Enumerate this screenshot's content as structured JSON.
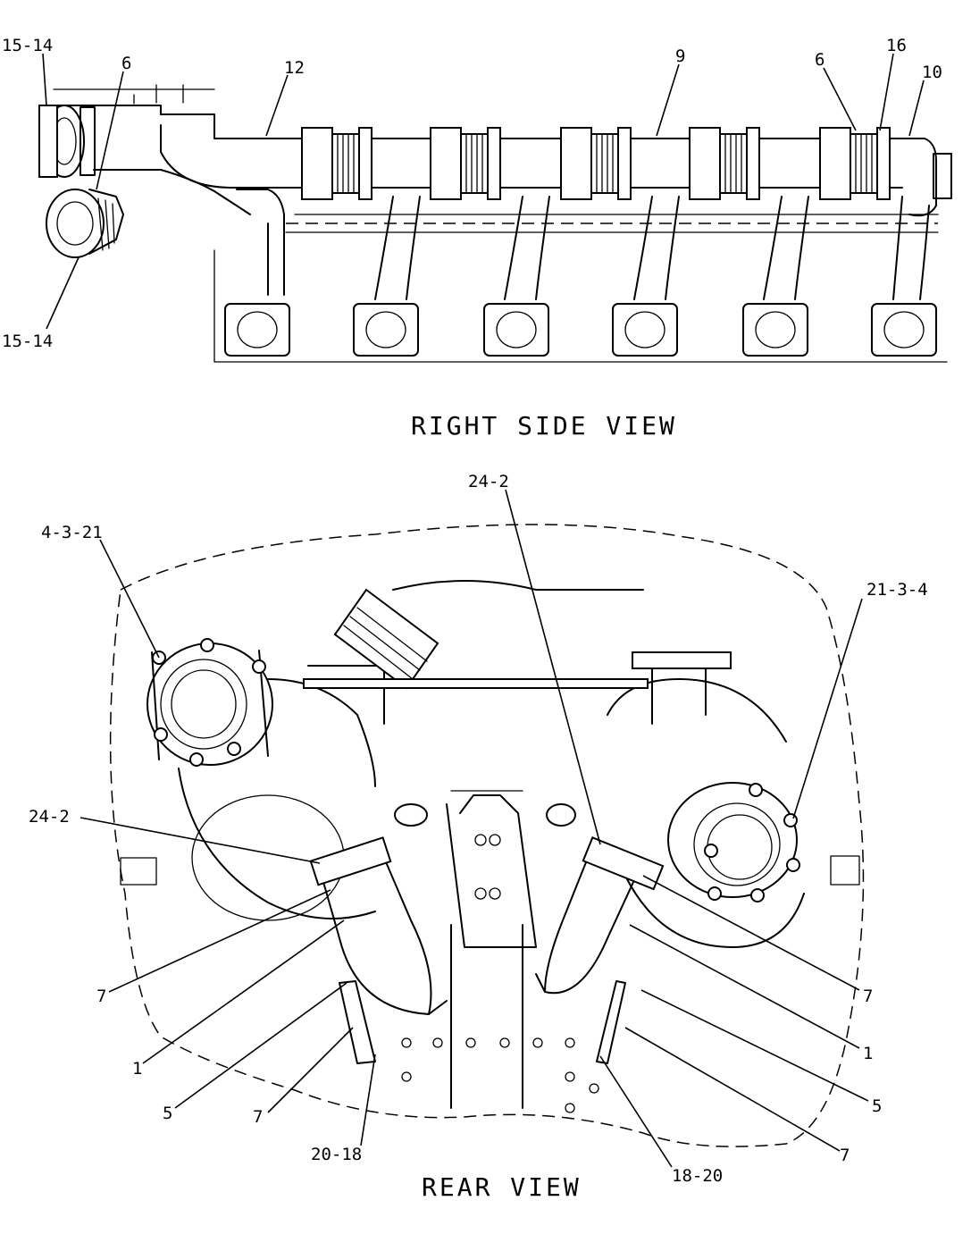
{
  "views": {
    "right_side": {
      "caption": "RIGHT SIDE VIEW",
      "callouts": {
        "c1": "15-14",
        "c2": "6",
        "c3": "12",
        "c4": "9",
        "c5": "6",
        "c6": "16",
        "c7": "10",
        "c8": "15-14"
      }
    },
    "rear": {
      "caption": "REAR VIEW",
      "callouts": {
        "c1": "24-2",
        "c2": "4-3-21",
        "c3": "21-3-4",
        "c4": "24-2",
        "c5": "7",
        "c6": "1",
        "c7": "5",
        "c8": "7",
        "c9": "20-18",
        "c10": "7",
        "c11": "1",
        "c12": "5",
        "c13": "7",
        "c14": "18-20"
      }
    }
  }
}
